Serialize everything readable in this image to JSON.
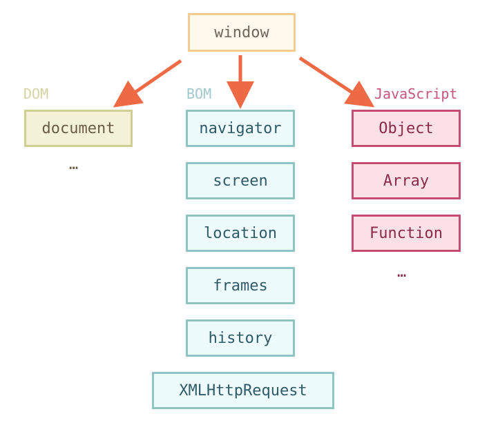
{
  "root": {
    "label": "window"
  },
  "categories": {
    "dom": {
      "label": "DOM",
      "items": [
        "document"
      ],
      "ellipsis": "…"
    },
    "bom": {
      "label": "BOM",
      "items": [
        "navigator",
        "screen",
        "location",
        "frames",
        "history",
        "XMLHttpRequest"
      ]
    },
    "js": {
      "label": "JavaScript",
      "items": [
        "Object",
        "Array",
        "Function"
      ],
      "ellipsis": "…"
    }
  },
  "colors": {
    "arrow": "#ee6a44",
    "root_border": "#f2cd8f",
    "dom_border": "#cfcf94",
    "bom_border": "#8fc4c4",
    "js_border": "#c64d71"
  }
}
